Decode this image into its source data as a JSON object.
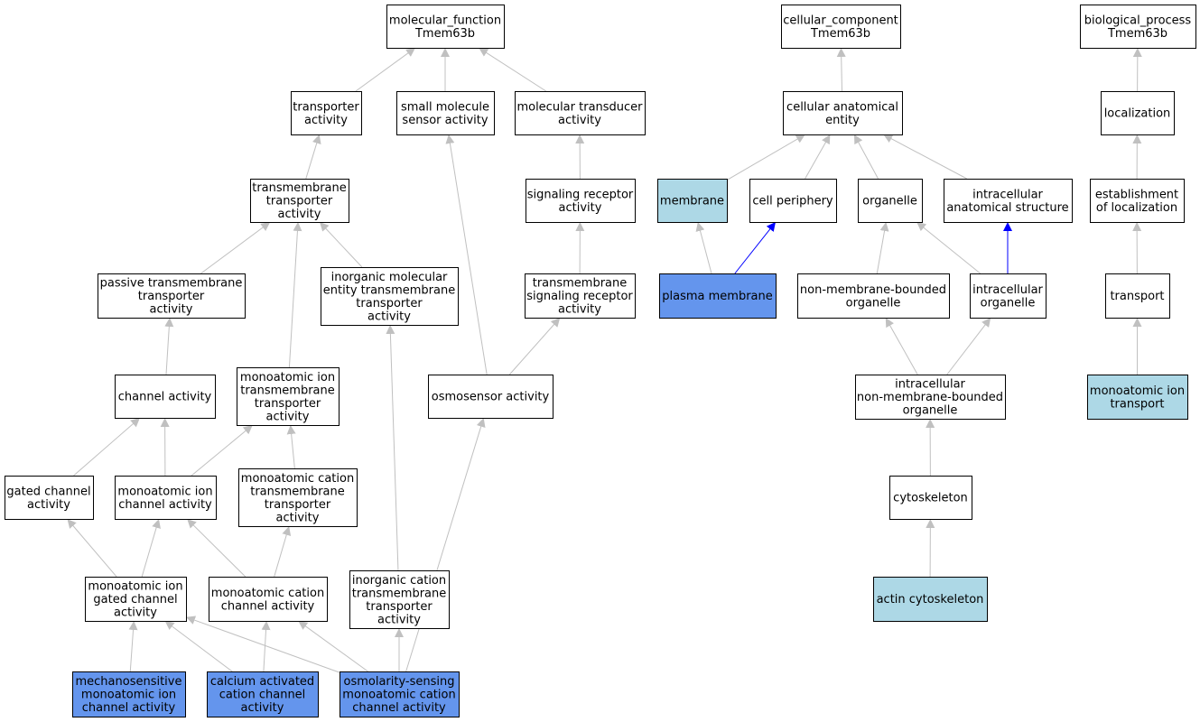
{
  "title": "",
  "colors": {
    "default_fill": "#ffffff",
    "light": "#add8e6",
    "strong": "#6495ed",
    "edge": "#c0c0c0",
    "edge_highlight": "#0000ff"
  },
  "nodes": [
    {
      "id": "mf_root",
      "lines": [
        "molecular_function",
        "Tmem63b"
      ],
      "fill": "default"
    },
    {
      "id": "transporter",
      "lines": [
        "transporter",
        "activity"
      ],
      "fill": "default"
    },
    {
      "id": "small_mol_sensor",
      "lines": [
        "small molecule",
        "sensor activity"
      ],
      "fill": "default"
    },
    {
      "id": "mol_transducer",
      "lines": [
        "molecular transducer",
        "activity"
      ],
      "fill": "default"
    },
    {
      "id": "tm_transporter",
      "lines": [
        "transmembrane",
        "transporter",
        "activity"
      ],
      "fill": "default"
    },
    {
      "id": "signaling_receptor",
      "lines": [
        "signaling receptor",
        "activity"
      ],
      "fill": "default"
    },
    {
      "id": "passive_tm",
      "lines": [
        "passive transmembrane",
        "transporter",
        "activity"
      ],
      "fill": "default"
    },
    {
      "id": "inorg_mol_tm",
      "lines": [
        "inorganic molecular",
        "entity transmembrane",
        "transporter",
        "activity"
      ],
      "fill": "default"
    },
    {
      "id": "tm_signaling_receptor",
      "lines": [
        "transmembrane",
        "signaling receptor",
        "activity"
      ],
      "fill": "default"
    },
    {
      "id": "channel",
      "lines": [
        "channel activity"
      ],
      "fill": "default"
    },
    {
      "id": "mono_ion_tm",
      "lines": [
        "monoatomic ion",
        "transmembrane",
        "transporter",
        "activity"
      ],
      "fill": "default"
    },
    {
      "id": "osmosensor",
      "lines": [
        "osmosensor activity"
      ],
      "fill": "default"
    },
    {
      "id": "gated_channel",
      "lines": [
        "gated channel",
        "activity"
      ],
      "fill": "default"
    },
    {
      "id": "mono_ion_channel",
      "lines": [
        "monoatomic ion",
        "channel activity"
      ],
      "fill": "default"
    },
    {
      "id": "mono_cation_tm",
      "lines": [
        "monoatomic cation",
        "transmembrane",
        "transporter",
        "activity"
      ],
      "fill": "default"
    },
    {
      "id": "mono_ion_gated",
      "lines": [
        "monoatomic ion",
        "gated channel",
        "activity"
      ],
      "fill": "default"
    },
    {
      "id": "mono_cation_channel",
      "lines": [
        "monoatomic cation",
        "channel activity"
      ],
      "fill": "default"
    },
    {
      "id": "inorg_cation_tm",
      "lines": [
        "inorganic cation",
        "transmembrane",
        "transporter",
        "activity"
      ],
      "fill": "default"
    },
    {
      "id": "mechanosensitive",
      "lines": [
        "mechanosensitive",
        "monoatomic ion",
        "channel activity"
      ],
      "fill": "strong"
    },
    {
      "id": "calcium_activated",
      "lines": [
        "calcium activated",
        "cation channel",
        "activity"
      ],
      "fill": "strong"
    },
    {
      "id": "osmolarity_sensing",
      "lines": [
        "osmolarity-sensing",
        "monoatomic cation",
        "channel activity"
      ],
      "fill": "strong"
    },
    {
      "id": "cc_root",
      "lines": [
        "cellular_component",
        "Tmem63b"
      ],
      "fill": "default"
    },
    {
      "id": "cell_anat_entity",
      "lines": [
        "cellular anatomical",
        "entity"
      ],
      "fill": "default"
    },
    {
      "id": "membrane",
      "lines": [
        "membrane"
      ],
      "fill": "light"
    },
    {
      "id": "cell_periphery",
      "lines": [
        "cell periphery"
      ],
      "fill": "default"
    },
    {
      "id": "organelle",
      "lines": [
        "organelle"
      ],
      "fill": "default"
    },
    {
      "id": "intracell_anat",
      "lines": [
        "intracellular",
        "anatomical structure"
      ],
      "fill": "default"
    },
    {
      "id": "plasma_membrane",
      "lines": [
        "plasma membrane"
      ],
      "fill": "strong"
    },
    {
      "id": "non_mem_organelle",
      "lines": [
        "non-membrane-bounded",
        "organelle"
      ],
      "fill": "default"
    },
    {
      "id": "intracell_organelle",
      "lines": [
        "intracellular",
        "organelle"
      ],
      "fill": "default"
    },
    {
      "id": "intracell_non_mem",
      "lines": [
        "intracellular",
        "non-membrane-bounded",
        "organelle"
      ],
      "fill": "default"
    },
    {
      "id": "cytoskeleton",
      "lines": [
        "cytoskeleton"
      ],
      "fill": "default"
    },
    {
      "id": "actin_cytoskeleton",
      "lines": [
        "actin cytoskeleton"
      ],
      "fill": "light"
    },
    {
      "id": "bp_root",
      "lines": [
        "biological_process",
        "Tmem63b"
      ],
      "fill": "default"
    },
    {
      "id": "localization",
      "lines": [
        "localization"
      ],
      "fill": "default"
    },
    {
      "id": "est_localization",
      "lines": [
        "establishment",
        "of localization"
      ],
      "fill": "default"
    },
    {
      "id": "transport",
      "lines": [
        "transport"
      ],
      "fill": "default"
    },
    {
      "id": "mono_ion_transport",
      "lines": [
        "monoatomic ion",
        "transport"
      ],
      "fill": "light"
    }
  ],
  "edges": [
    {
      "from": "transporter",
      "to": "mf_root"
    },
    {
      "from": "small_mol_sensor",
      "to": "mf_root"
    },
    {
      "from": "mol_transducer",
      "to": "mf_root"
    },
    {
      "from": "tm_transporter",
      "to": "transporter"
    },
    {
      "from": "signaling_receptor",
      "to": "mol_transducer"
    },
    {
      "from": "passive_tm",
      "to": "tm_transporter"
    },
    {
      "from": "inorg_mol_tm",
      "to": "tm_transporter"
    },
    {
      "from": "mono_ion_tm",
      "to": "tm_transporter"
    },
    {
      "from": "tm_signaling_receptor",
      "to": "signaling_receptor"
    },
    {
      "from": "channel",
      "to": "passive_tm"
    },
    {
      "from": "osmosensor",
      "to": "small_mol_sensor"
    },
    {
      "from": "osmosensor",
      "to": "tm_signaling_receptor"
    },
    {
      "from": "gated_channel",
      "to": "channel"
    },
    {
      "from": "mono_ion_channel",
      "to": "channel"
    },
    {
      "from": "mono_ion_channel",
      "to": "mono_ion_tm"
    },
    {
      "from": "mono_cation_tm",
      "to": "mono_ion_tm"
    },
    {
      "from": "mono_ion_gated",
      "to": "gated_channel"
    },
    {
      "from": "mono_ion_gated",
      "to": "mono_ion_channel"
    },
    {
      "from": "mono_cation_channel",
      "to": "mono_ion_channel"
    },
    {
      "from": "mono_cation_channel",
      "to": "mono_cation_tm"
    },
    {
      "from": "inorg_cation_tm",
      "to": "inorg_mol_tm"
    },
    {
      "from": "mechanosensitive",
      "to": "mono_ion_gated"
    },
    {
      "from": "calcium_activated",
      "to": "mono_ion_gated"
    },
    {
      "from": "calcium_activated",
      "to": "mono_cation_channel"
    },
    {
      "from": "osmolarity_sensing",
      "to": "mono_ion_gated"
    },
    {
      "from": "osmolarity_sensing",
      "to": "mono_cation_channel"
    },
    {
      "from": "osmolarity_sensing",
      "to": "inorg_cation_tm"
    },
    {
      "from": "osmolarity_sensing",
      "to": "osmosensor"
    },
    {
      "from": "cell_anat_entity",
      "to": "cc_root"
    },
    {
      "from": "membrane",
      "to": "cell_anat_entity"
    },
    {
      "from": "cell_periphery",
      "to": "cell_anat_entity"
    },
    {
      "from": "organelle",
      "to": "cell_anat_entity"
    },
    {
      "from": "intracell_anat",
      "to": "cell_anat_entity"
    },
    {
      "from": "plasma_membrane",
      "to": "membrane"
    },
    {
      "from": "plasma_membrane",
      "to": "cell_periphery",
      "highlight": true
    },
    {
      "from": "non_mem_organelle",
      "to": "organelle"
    },
    {
      "from": "intracell_organelle",
      "to": "organelle"
    },
    {
      "from": "intracell_organelle",
      "to": "intracell_anat",
      "highlight": true
    },
    {
      "from": "intracell_non_mem",
      "to": "non_mem_organelle"
    },
    {
      "from": "intracell_non_mem",
      "to": "intracell_organelle"
    },
    {
      "from": "cytoskeleton",
      "to": "intracell_non_mem"
    },
    {
      "from": "actin_cytoskeleton",
      "to": "cytoskeleton"
    },
    {
      "from": "localization",
      "to": "bp_root"
    },
    {
      "from": "est_localization",
      "to": "localization"
    },
    {
      "from": "transport",
      "to": "est_localization"
    },
    {
      "from": "mono_ion_transport",
      "to": "transport"
    }
  ]
}
